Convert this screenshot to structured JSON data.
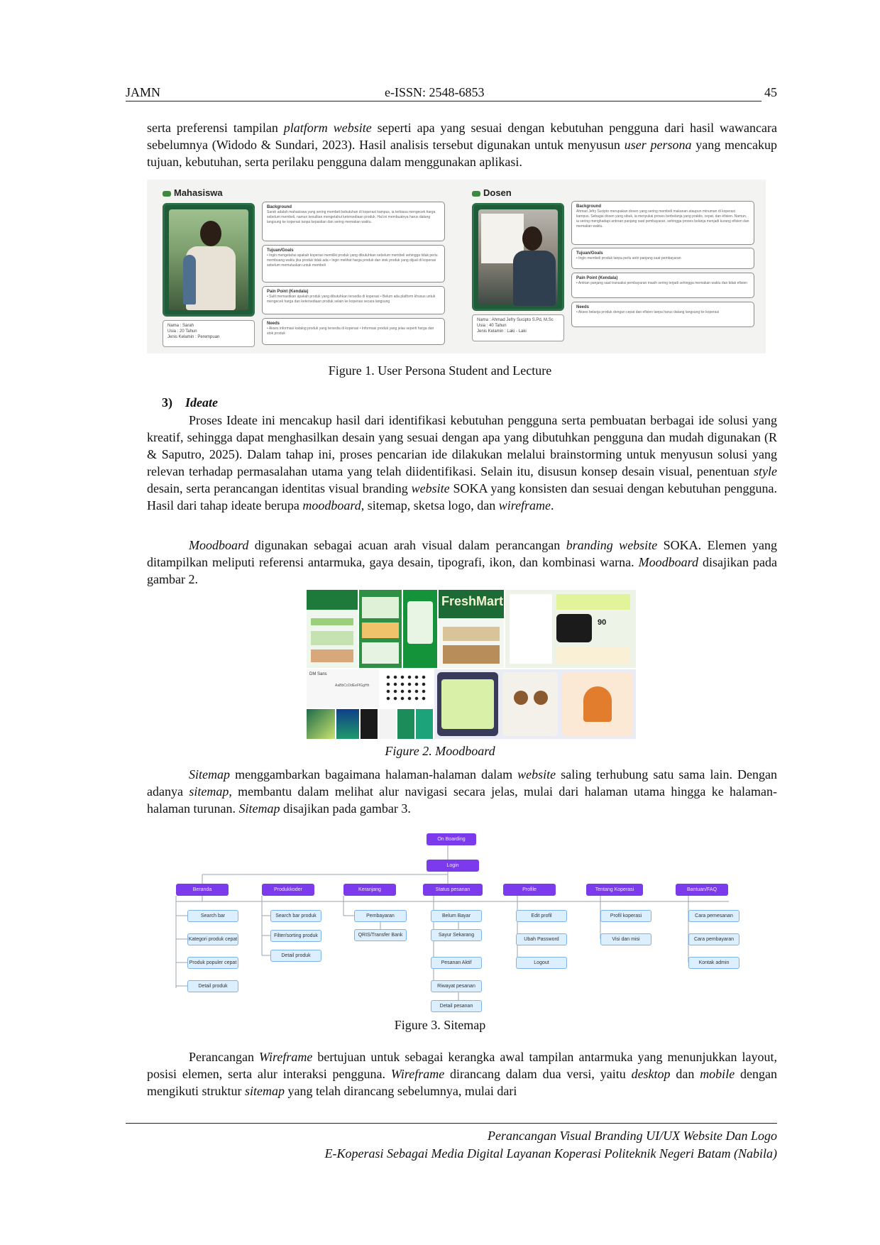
{
  "header": {
    "journal": "JAMN",
    "issn": "e-ISSN: 2548-6853",
    "page_number": "45"
  },
  "intro_paragraph": {
    "line1_a": "serta  preferensi tampilan ",
    "line1_em": "platform website",
    "line1_b": " seperti apa yang sesuai dengan kebutuhan pengguna dari hasil wawancara sebelumnya (Widodo & Sundari, 2023). Hasil analisis tersebut digunakan untuk menyusun ",
    "line1_em2": "user persona",
    "line1_c": " yang mencakup tujuan, kebutuhan, serta perilaku pengguna dalam menggunakan aplikasi."
  },
  "figure1": {
    "caption": "Figure 1. User Persona Student and Lecture",
    "personas": [
      {
        "title": "Mahasiswa",
        "id_card": [
          "Nama : Sarah",
          "Usia : 20 Tahun",
          "Jenis Kelamin : Perempuan"
        ],
        "boxes": [
          {
            "title": "Background",
            "text": "Sarah adalah mahasiswa yang sering membeli kebutuhan di koperasi kampus, ia terbiasa mengecek harga sebelum membeli, namun kesulitan mengetahui ketersediaan produk. Hal ini membuatnya harus datang langsung ke koperasi tanpa kepastian dan sering memakan waktu."
          },
          {
            "title": "Tujuan/Goals",
            "text": "• Ingin mengetahui apakah koperasi memiliki produk yang dibutuhkan sebelum membeli sehingga tidak perlu membuang waktu jika produk tidak ada • Ingin melihat harga produk dan stok produk yang dijual di koperasi sebelum memutuskan untuk membeli"
          },
          {
            "title": "Pain Point (Kendala)",
            "text": "• Sulit memastikan apakah produk yang dibutuhkan tersedia di koperasi • Belum ada platform khusus untuk mengecek harga dan ketersediaan produk selain ke koperasi secara langsung"
          },
          {
            "title": "Needs",
            "text": "• Akses informasi katalog produk yang tersedia di koperasi • Informasi produk yang jelas seperti harga dan stok produk"
          }
        ]
      },
      {
        "title": "Dosen",
        "id_card": [
          "Nama : Ahmad Jefry Sucipto S.Pd, M.Sc",
          "Usia : 40 Tahun",
          "Jenis Kelamin : Laki - Laki"
        ],
        "boxes": [
          {
            "title": "Background",
            "text": "Ahmad Jefry Sucipto merupakan dosen yang sering membeli makanan ataupun minuman di koperasi kampus. Sebagai dosen yang sibuk, ia menyukai proses berbelanja yang praktis, cepat, dan efisien. Namun, ia sering menghadapi antrean panjang saat pembayaran, sehingga proses belanja menjadi kurang efisien dan memakan waktu."
          },
          {
            "title": "Tujuan/Goals",
            "text": "• Ingin membeli produk tanpa perlu antri panjang saat pembayaran"
          },
          {
            "title": "Pain Point (Kendala)",
            "text": "• Antrian panjang saat transaksi pembayaran masih sering terjadi sehingga memakan waktu dan tidak efisien"
          },
          {
            "title": "Needs",
            "text": "• Akses belanja produk dengan cepat dan efisien tanpa harus datang langsung ke koperasi"
          }
        ]
      }
    ]
  },
  "section3": {
    "number": "3)",
    "title": "Ideate"
  },
  "ideate_paragraph": {
    "a": "Proses Ideate ini mencakup hasil dari identifikasi kebutuhan pengguna serta pembuatan berbagai ide solusi yang kreatif, sehingga dapat menghasilkan desain yang sesuai dengan apa yang dibutuhkan pengguna dan mudah digunakan (R & Saputro, 2025). Dalam tahap ini, proses pencarian ide dilakukan melalui brainstorming untuk menyusun solusi yang relevan terhadap permasalahan utama yang telah diidentifikasi. Selain itu, disusun konsep desain visual, penentuan ",
    "em1": "style",
    "b": " desain, serta perancangan identitas visual branding ",
    "em2": "website",
    "c": " SOKA yang konsisten dan sesuai dengan kebutuhan pengguna. Hasil dari tahap ideate berupa ",
    "em3": "moodboard",
    "d": ", sitemap, sketsa logo, dan ",
    "em4": "wireframe",
    "e": "."
  },
  "moodboard_paragraph": {
    "em1": "Moodboard",
    "a": " digunakan sebagai acuan arah visual dalam perancangan ",
    "em2": "branding website",
    "b": " SOKA. Elemen yang ditampilkan meliputi referensi antarmuka, gaya desain, tipografi, ikon, dan kombinasi warna. ",
    "em3": "Moodboard",
    "c": " disajikan pada gambar 2."
  },
  "figure2": {
    "caption": "Figure 2. Moodboard",
    "brand_text": "FreshMart",
    "font_label": "DM Sans",
    "font_sample": "AaBbCcDdEeFfGgHh",
    "stat_value": "90"
  },
  "sitemap_paragraph": {
    "em1": "Sitemap",
    "a": " menggambarkan bagaimana halaman-halaman dalam ",
    "em2": "website",
    "b": " saling terhubung satu sama lain. Dengan adanya ",
    "em3": "sitemap",
    "c": ", membantu dalam melihat alur navigasi secara jelas, mulai dari halaman utama hingga ke halaman-halaman turunan. ",
    "em4": "Sitemap",
    "d": " disajikan pada gambar 3."
  },
  "figure3": {
    "caption": "Figure 3. Sitemap",
    "root": "On Boarding",
    "login": "Login",
    "branches": [
      {
        "label": "Beranda",
        "children": [
          "Search bar",
          "Kategori produk cepat",
          "Produk populer cepat",
          "Detail produk"
        ]
      },
      {
        "label": "Produkkoder",
        "children": [
          "Search bar produk",
          "Filter/sorting produk",
          "Detail produk"
        ]
      },
      {
        "label": "Keranjang",
        "children": [
          "Pembayaran",
          "QRIS/Transfer Bank"
        ]
      },
      {
        "label": "Status pesanan",
        "children": [
          "Belum Bayar",
          "Sayur Sekarang",
          "Pesanan Aktif",
          "Riwayat pesanan",
          "Detail pesanan"
        ]
      },
      {
        "label": "Profile",
        "children": [
          "Edit profil",
          "Ubah Password",
          "Logout"
        ]
      },
      {
        "label": "Tentang Koperasi",
        "children": [
          "Profil koperasi",
          "Visi dan misi"
        ]
      },
      {
        "label": "Bantuan/FAQ",
        "children": [
          "Cara pemesanan",
          "Cara pembayaran",
          "Kontak admin"
        ]
      }
    ]
  },
  "wireframe_paragraph": {
    "a": "Perancangan ",
    "em1": "Wireframe",
    "b": " bertujuan untuk sebagai kerangka awal tampilan antarmuka yang menunjukkan layout, posisi elemen, serta alur interaksi pengguna. ",
    "em2": "Wireframe",
    "c": " dirancang dalam dua versi, yaitu ",
    "em3": "desktop",
    "d": " dan ",
    "em4": "mobile",
    "e": " dengan mengikuti struktur ",
    "em5": "sitemap",
    "f": " yang telah dirancang sebelumnya, mulai dari"
  },
  "footer": {
    "line1": "Perancangan Visual Branding UI/UX Website Dan Logo",
    "line2": "E-Koperasi Sebagai Media Digital Layanan Koperasi Politeknik Negeri Batam (Nabila)"
  },
  "colors": {
    "sitemap_purple": "#7c3aed",
    "sitemap_blue": "#dcefff",
    "persona_green": "#1f5d3a"
  }
}
